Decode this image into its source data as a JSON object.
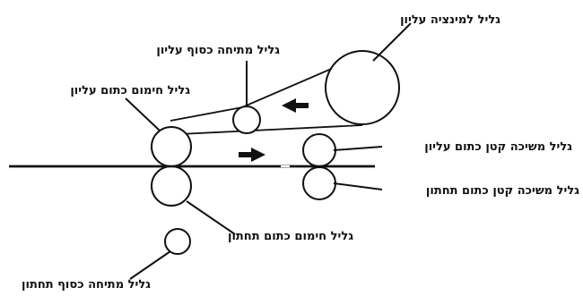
{
  "labels": {
    "top_unwind_roller": "גליל למינציה עליון",
    "top_foil_tension_roller": "גליל מתיחה כסוף עליון",
    "top_orange_heating_roller": "גליל חימום כתום עליון",
    "top_small_orange_pull_roller": "גליל משיכה קטן כתום עליון",
    "bottom_small_orange_pull_roller": "גליל משיכה קטן כתום תחתון",
    "bottom_orange_heating_roller": "גליל חימום כתום תחתון",
    "bottom_foil_tension_roller": "גליל מתיחה כסוף תחתון"
  },
  "colors": {
    "stroke": "#111111",
    "background": "#ffffff"
  }
}
